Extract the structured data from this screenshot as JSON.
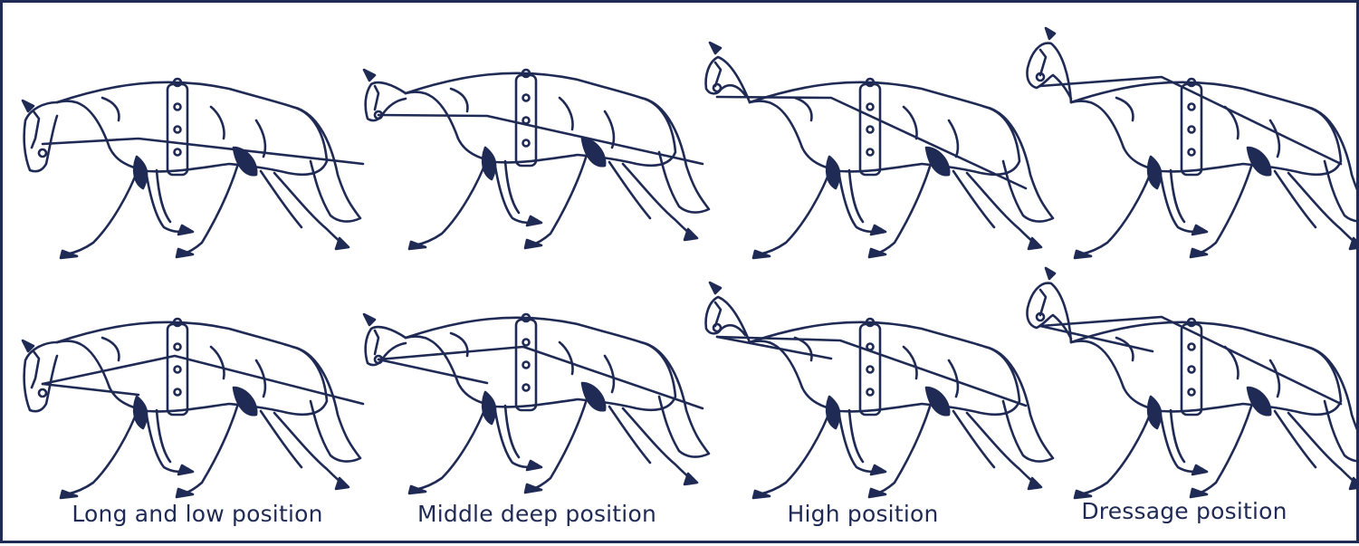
{
  "colors": {
    "ink": "#1f2a55",
    "background": "#ffffff"
  },
  "captions": [
    "Long and low position",
    "Middle deep position",
    "High position",
    "Dressage position"
  ],
  "columns": [
    {
      "position": "long-and-low",
      "variants": [
        "side-rein",
        "double-rein"
      ]
    },
    {
      "position": "middle-deep",
      "variants": [
        "side-rein",
        "double-rein"
      ]
    },
    {
      "position": "high",
      "variants": [
        "side-rein",
        "double-rein"
      ]
    },
    {
      "position": "dressage",
      "variants": [
        "side-rein",
        "double-rein"
      ]
    }
  ]
}
